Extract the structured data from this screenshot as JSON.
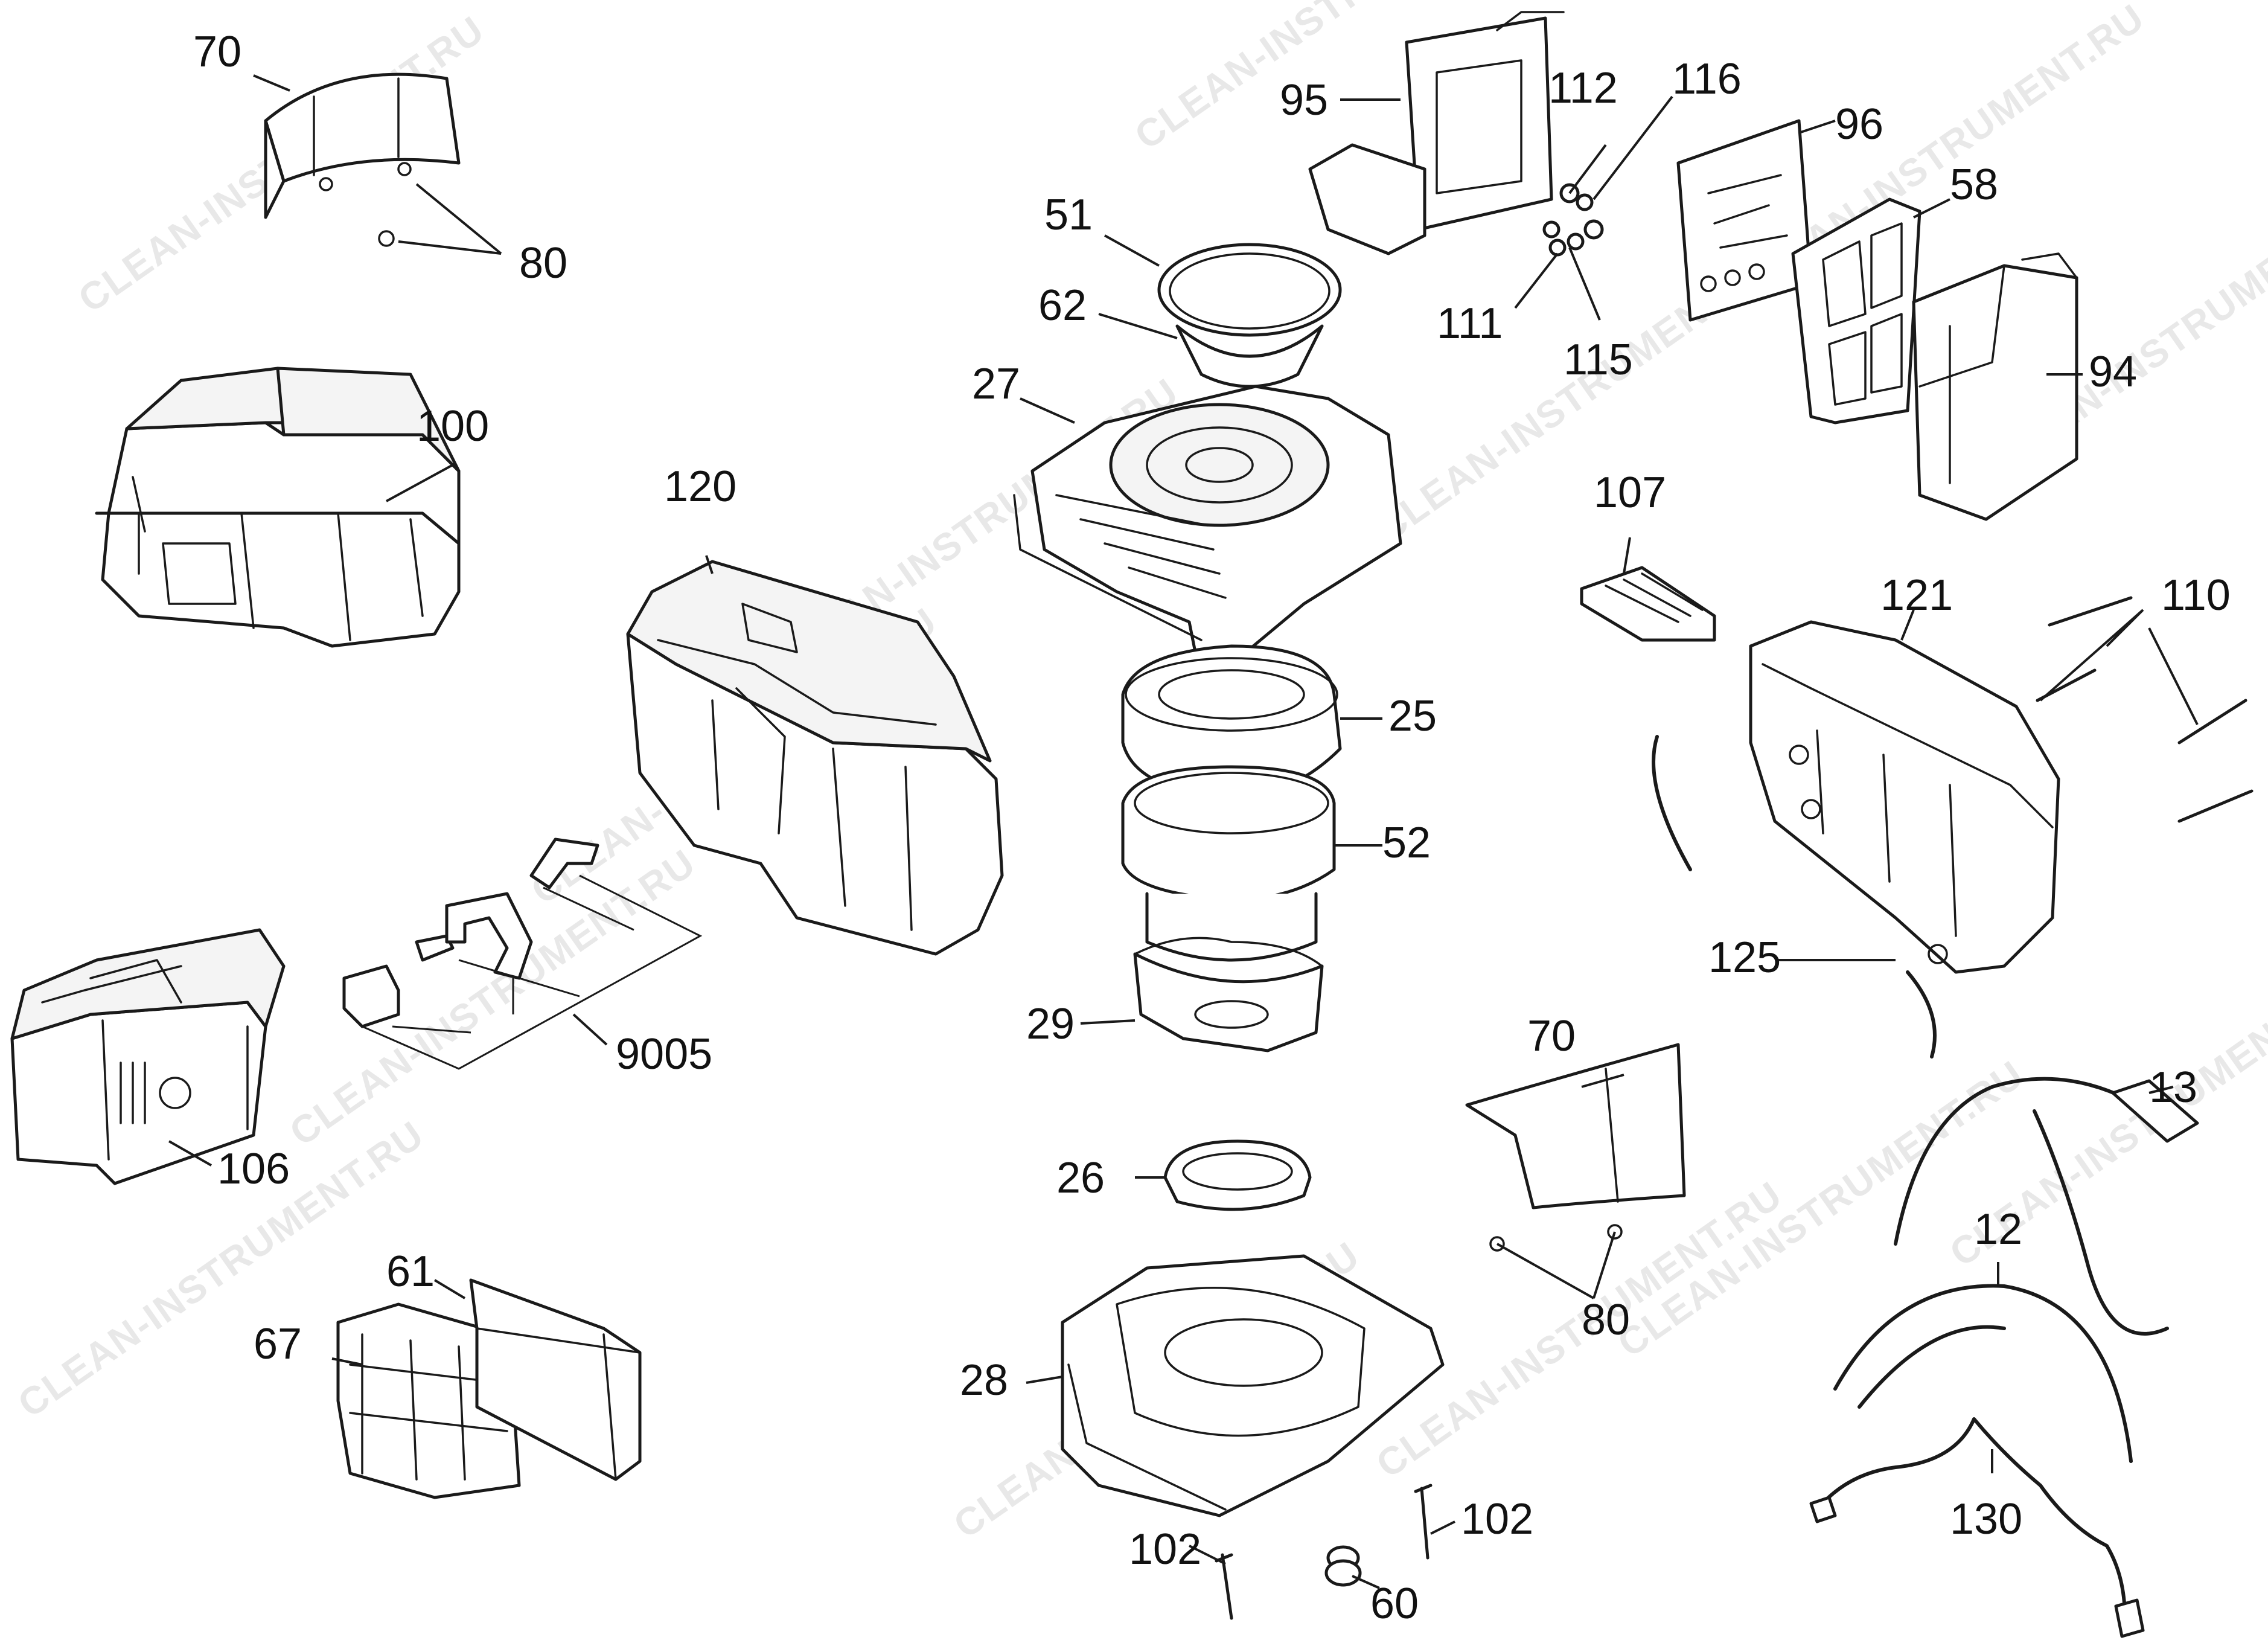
{
  "watermark": "CLEAN-INSTRUMENT.RU",
  "callouts": {
    "c70a": "70",
    "c80a": "80",
    "c100": "100",
    "c120": "120",
    "c9005": "9005",
    "c106": "106",
    "c61": "61",
    "c67": "67",
    "c95": "95",
    "c112": "112",
    "c116": "116",
    "c96": "96",
    "c58": "58",
    "c94": "94",
    "c111": "111",
    "c115": "115",
    "c51": "51",
    "c62": "62",
    "c27": "27",
    "c25": "25",
    "c52": "52",
    "c29": "29",
    "c26": "26",
    "c28": "28",
    "c102a": "102",
    "c102b": "102",
    "c60": "60",
    "c107": "107",
    "c121": "121",
    "c110": "110",
    "c125": "125",
    "c70b": "70",
    "c80b": "80",
    "c13": "13",
    "c12": "12",
    "c130": "130"
  }
}
